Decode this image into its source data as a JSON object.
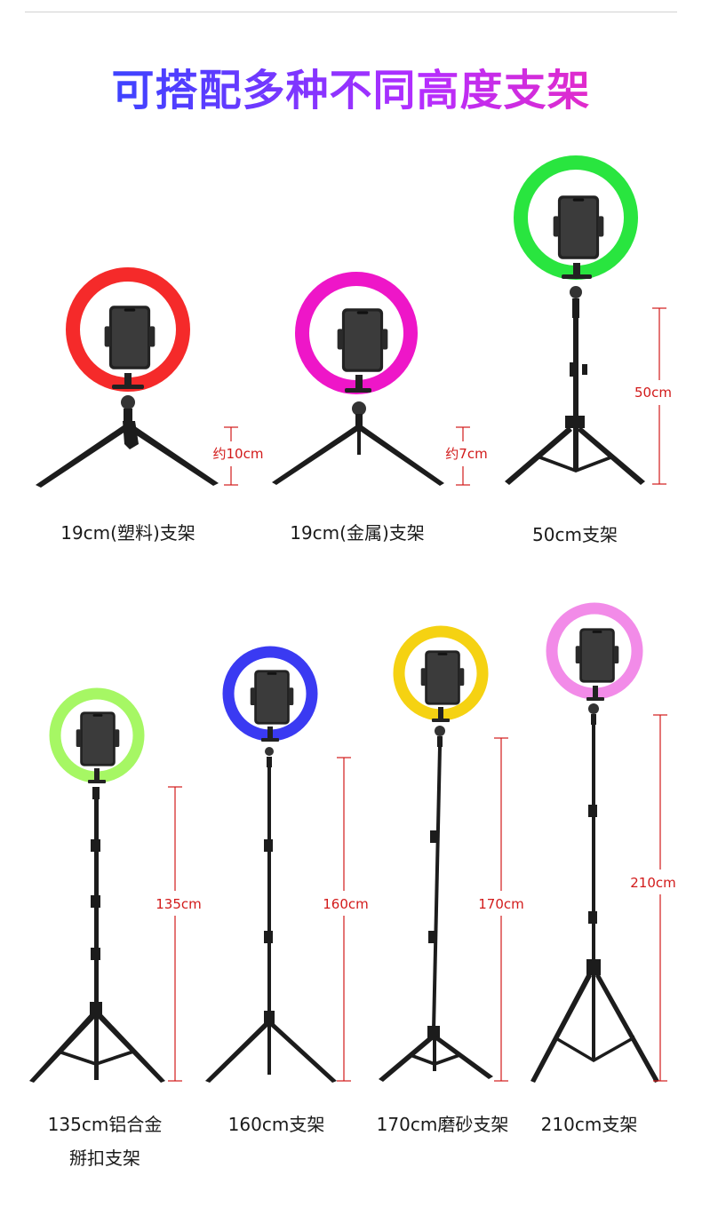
{
  "headline": "可搭配多种不同高度支架",
  "stands": [
    {
      "caption": "19cm(塑料)支架",
      "height_label": "约10cm",
      "ring_color": "#f52a2a"
    },
    {
      "caption": "19cm(金属)支架",
      "height_label": "约7cm",
      "ring_color": "#ee16c8"
    },
    {
      "caption": "50cm支架",
      "height_label": "50cm",
      "ring_color": "#29e53f"
    },
    {
      "caption": "135cm铝合金",
      "caption_line2": "掰扣支架",
      "height_label": "135cm",
      "ring_color": "#a6f764"
    },
    {
      "caption": "160cm支架",
      "height_label": "160cm",
      "ring_color": "#3a3af2"
    },
    {
      "caption": "170cm磨砂支架",
      "height_label": "170cm",
      "ring_color": "#f5d212"
    },
    {
      "caption": "210cm支架",
      "height_label": "210cm",
      "ring_color": "#f28be8"
    }
  ],
  "colors": {
    "measure": "#d21a1a",
    "stand": "#1c1c1c",
    "divider": "#d2d2d2"
  }
}
